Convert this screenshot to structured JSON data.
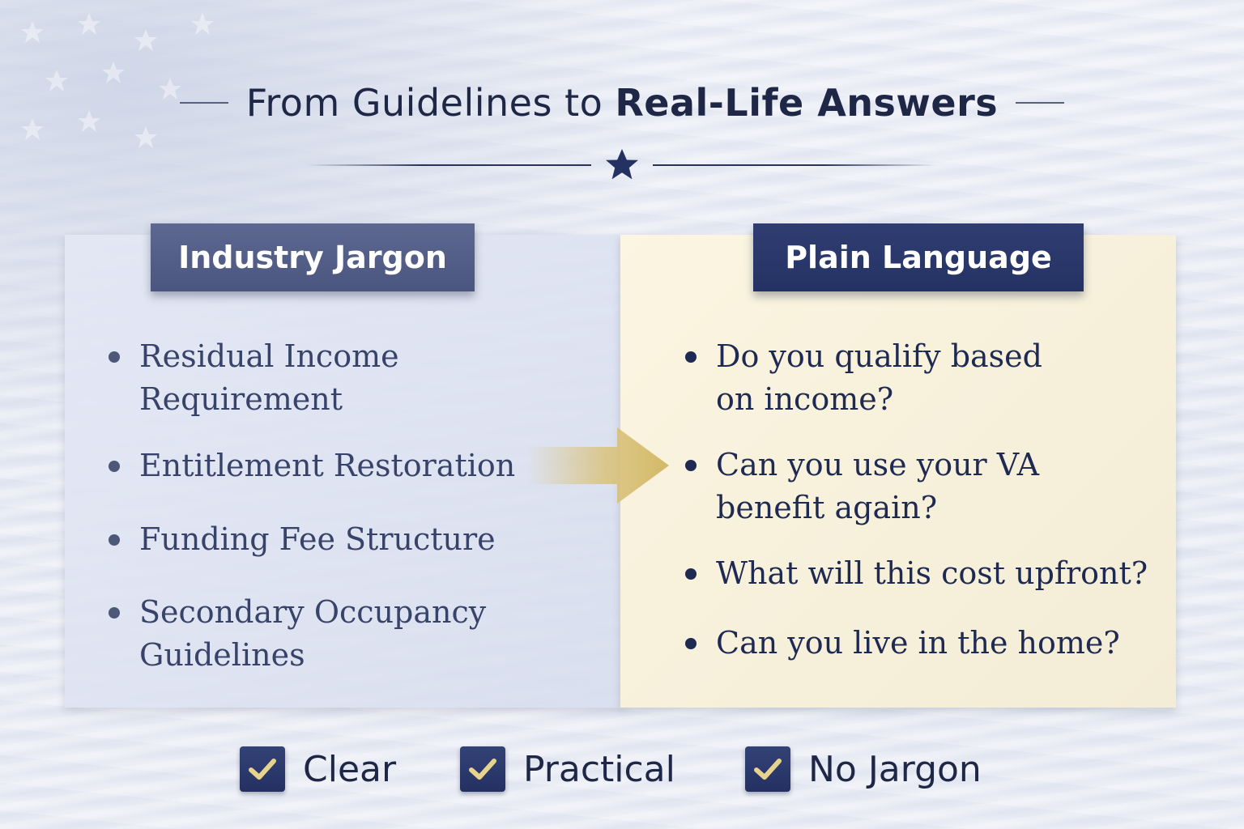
{
  "header": {
    "title_regular": "From Guidelines to",
    "title_bold": "Real-Life Answers"
  },
  "left_panel": {
    "label": "Industry Jargon",
    "items": [
      {
        "line1": "Residual Income",
        "line2": "Requirement"
      },
      {
        "line1": "Entitlement Restoration",
        "line2": ""
      },
      {
        "line1": "Funding Fee Structure",
        "line2": ""
      },
      {
        "line1": "Secondary Occupancy",
        "line2": "Guidelines"
      }
    ]
  },
  "right_panel": {
    "label": "Plain Language",
    "items": [
      {
        "line1": "Do you qualify based",
        "line2": "on income?"
      },
      {
        "line1": "Can you use your VA",
        "line2": "benefit again?"
      },
      {
        "line1": "What will this cost upfront?",
        "line2": ""
      },
      {
        "line1": "Can you live in the home?",
        "line2": ""
      }
    ]
  },
  "checks": [
    {
      "label": "Clear"
    },
    {
      "label": "Practical"
    },
    {
      "label": "No Jargon"
    }
  ],
  "colors": {
    "navy": "#243263",
    "slate": "#4b5680",
    "cream": "#fbf5e1",
    "gold": "#d9c27c",
    "check_gold": "#e7d38e"
  },
  "icons": {
    "divider": "star-icon",
    "transition": "arrow-right-icon",
    "check": "checkmark-icon"
  }
}
